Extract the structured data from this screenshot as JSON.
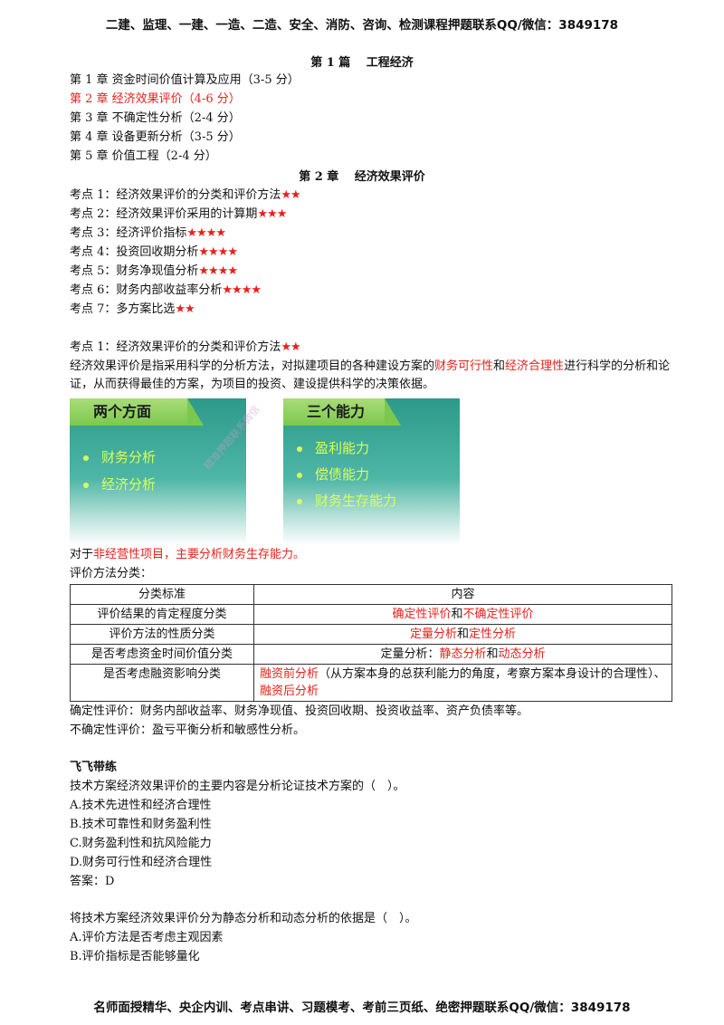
{
  "header": "二建、监理、一建、一造、二造、安全、消防、咨询、检测课程押题联系QQ/微信：3849178",
  "footer": "名师面授精华、央企内训、考点串讲、习题模考、考前三页纸、绝密押题联系QQ/微信：3849178",
  "part_title": "第 1 篇　 工程经济",
  "chapters": [
    {
      "text": "第 1 章 资金时间价值计算及应用（3-5 分）",
      "highlight": false
    },
    {
      "text": "第 2 章 经济效果评价（4-6 分）",
      "highlight": true
    },
    {
      "text": "第 3 章 不确定性分析（2-4 分）",
      "highlight": false
    },
    {
      "text": "第 4 章 设备更新分析（3-5 分）",
      "highlight": false
    },
    {
      "text": "第 5 章 价值工程（2-4 分）",
      "highlight": false
    }
  ],
  "chapter_title": "第 2 章　 经济效果评价",
  "points": [
    {
      "text": "考点 1：经济效果评价的分类和评价方法",
      "stars": "★★"
    },
    {
      "text": "考点 2：经济效果评价采用的计算期",
      "stars": "★★★"
    },
    {
      "text": "考点 3：经济评价指标",
      "stars": "★★★★"
    },
    {
      "text": "考点 4：投资回收期分析",
      "stars": "★★★★"
    },
    {
      "text": "考点 5：财务净现值分析",
      "stars": "★★★★"
    },
    {
      "text": "考点 6：财务内部收益率分析",
      "stars": "★★★★"
    },
    {
      "text": "考点 7：多方案比选",
      "stars": "★★"
    }
  ],
  "section_heading": {
    "text": "考点 1：经济效果评价的分类和评价方法",
    "stars": "★★"
  },
  "intro": {
    "p1": "经济效果评价是指采用科学的分析方法，对拟建项目的各种建设方案的",
    "r1": "财务可行性",
    "p2": "和",
    "r2": "经济合理性",
    "p3": "进行科学的分析和论证，从而获得最佳的方案，为项目的投资、建设提供科学的决策依据。"
  },
  "infographic": {
    "left_title": "两个方面",
    "left_items": [
      "财务分析",
      "经济分析"
    ],
    "right_title": "三个能力",
    "right_items": [
      "盈利能力",
      "偿债能力",
      "财务生存能力"
    ],
    "watermark": "精准押题联系微信"
  },
  "nonprofit": {
    "p1": "对于",
    "r1": "非经营性项目，主要分析财务生存能力。"
  },
  "method_label": "评价方法分类：",
  "table": {
    "headers": [
      "分类标准",
      "内容"
    ],
    "rows": [
      {
        "c1": "评价结果的肯定程度分类",
        "parts": [
          {
            "t": "确定性评价",
            "red": true
          },
          {
            "t": "和",
            "red": false
          },
          {
            "t": "不确定性评价",
            "red": true
          }
        ]
      },
      {
        "c1": "评价方法的性质分类",
        "parts": [
          {
            "t": "定量分析",
            "red": true
          },
          {
            "t": "和",
            "red": false
          },
          {
            "t": "定性分析",
            "red": true
          }
        ]
      },
      {
        "c1": "是否考虑资金时间价值分类",
        "parts": [
          {
            "t": "定量分析：",
            "red": false
          },
          {
            "t": "静态分析",
            "red": true
          },
          {
            "t": "和",
            "red": false
          },
          {
            "t": "动态分析",
            "red": true
          }
        ]
      },
      {
        "c1": "是否考虑融资影响分类",
        "parts": [
          {
            "t": "融资前分析",
            "red": true
          },
          {
            "t": "（从方案本身的总获利能力的角度，考察方案本身设计的合理性）、",
            "red": false
          },
          {
            "t": "融资后分析",
            "red": true
          }
        ]
      }
    ]
  },
  "definitions": [
    "确定性评价：财务内部收益率、财务净现值、投资回收期、投资收益率、资产负债率等。",
    "不确定性评价：盈亏平衡分析和敏感性分析。"
  ],
  "practice_title": "飞飞带练",
  "q1": {
    "stem": "技术方案经济效果评价的主要内容是分析论证技术方案的（　）。",
    "options": [
      "A.技术先进性和经济合理性",
      "B.技术可靠性和财务盈利性",
      "C.财务盈利性和抗风险能力",
      "D.财务可行性和经济合理性"
    ],
    "answer": "答案：D"
  },
  "q2": {
    "stem": "将技术方案经济效果评价分为静态分析和动态分析的依据是（　）。",
    "options": [
      "A.评价方法是否考虑主观因素",
      "B.评价指标是否能够量化"
    ]
  }
}
